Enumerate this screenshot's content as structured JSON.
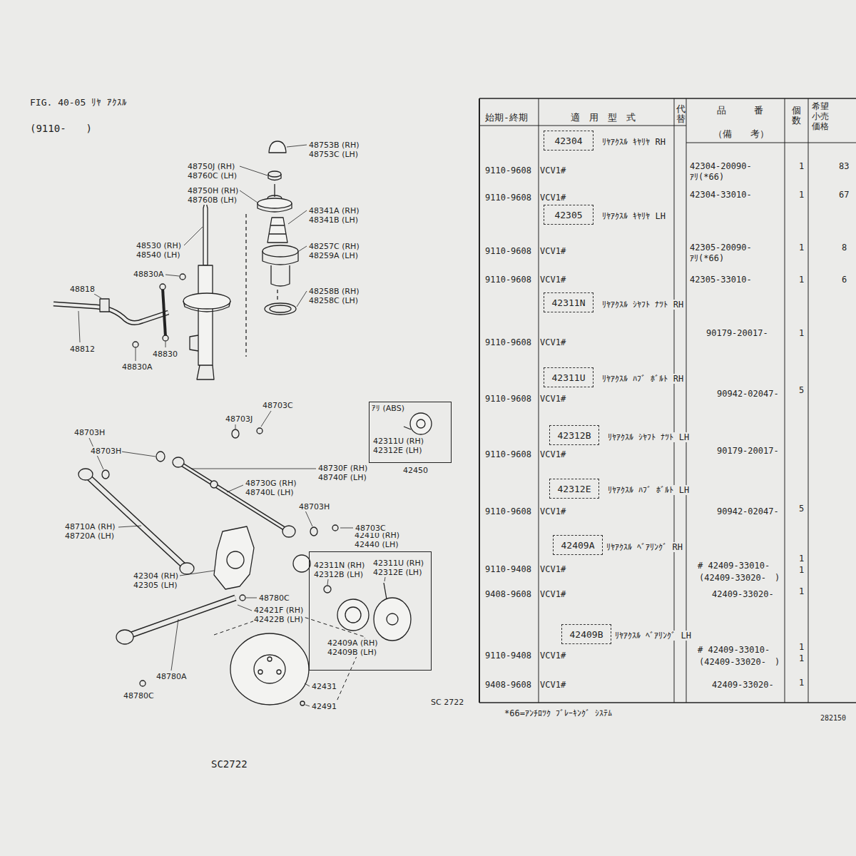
{
  "diagram": {
    "title": "FIG. 40-05 ﾘﾔ ｱｸｽﾙ",
    "nodes": [
      {
        "text": [
          "ｱﾘ (ABS)"
        ]
      },
      {
        "text": [
          "42410 (RH) 42440 (LH)"
        ]
      },
      {
        "text": [
          "42304"
        ]
      },
      {
        "text": [
          "42305"
        ]
      },
      {
        "text": [
          "42311N"
        ]
      },
      {
        "text": [
          "42311U"
        ]
      },
      {
        "text": [
          "42312B"
        ]
      },
      {
        "text": [
          "42312E"
        ]
      },
      {
        "text": [
          "42409A"
        ]
      },
      {
        "text": [
          "42409B"
        ]
      }
    ],
    "labels": [
      "(9110-　　)",
      "48753B (RH)",
      "48753C (LH)",
      "48750J (RH)",
      "48760C (LH)",
      "48750H (RH)",
      "48760B (LH)",
      "48341A (RH)",
      "48341B (LH)",
      "48530 (RH)",
      "48540 (LH)",
      "48257C (RH)",
      "48259A (LH)",
      "48830A",
      "48818",
      "48258B (RH)",
      "48258C (LH)",
      "48812",
      "48830",
      "48830A",
      "42311U (RH)",
      "42312E (LH)",
      "42450",
      "48703C",
      "48703J",
      "48703H",
      "48703H",
      "48730F (RH)",
      "48740F (LH)",
      "48730G (RH)",
      "48740L (LH)",
      "48703H",
      "48703C",
      "48710A (RH)",
      "48720A (LH)",
      "42311U (RH)",
      "42312E (LH)",
      "42311N (RH)",
      "42312B (LH)",
      "42304 (RH)",
      "42305 (LH)",
      "48780C",
      "42421F (RH)",
      "42422B (LH)",
      "42409A (RH)",
      "42409B (LH)",
      "48780A",
      "48780C",
      "42431",
      "42491",
      "SC 2722",
      "SC2722",
      "始期-終期",
      "適　用　型　式",
      "代替",
      "品　　　番",
      "（備　　考）",
      "個数",
      "希望小売価格",
      "ﾘﾔｱｸｽﾙ ｷﾔﾘﾔ RH",
      "9110-9608",
      "VCV1#",
      "42304-20090-",
      "ｱﾘ(*66)",
      "1",
      "83",
      "9110-9608",
      "VCV1#",
      "42304-33010-",
      "1",
      "67",
      "ﾘﾔｱｸｽﾙ ｷﾔﾘﾔ LH",
      "9110-9608",
      "VCV1#",
      "42305-20090-",
      "ｱﾘ(*66)",
      "1",
      "8",
      "9110-9608",
      "VCV1#",
      "42305-33010-",
      "1",
      "6",
      "ﾘﾔｱｸｽﾙ ｼﾔﾌﾄ ﾅﾂﾄ RH",
      "9110-9608",
      "VCV1#",
      "90179-20017-",
      "1",
      "ﾘﾔｱｸｽﾙ ﾊﾌﾞ ﾎﾞﾙﾄ RH",
      "9110-9608",
      "VCV1#",
      "90942-02047-",
      "5",
      "ﾘﾔｱｸｽﾙ ｼﾔﾌﾄ ﾅﾂﾄ LH",
      "9110-9608",
      "VCV1#",
      "90179-20017-",
      "ﾘﾔｱｸｽﾙ ﾊﾌﾞ ﾎﾞﾙﾄ LH",
      "9110-9608",
      "VCV1#",
      "90942-02047-",
      "5",
      "ﾘﾔｱｸｽﾙ ﾍﾞｱﾘﾝｸﾞ RH",
      "9110-9408",
      "VCV1#",
      "# 42409-33010-",
      "(42409-33020-　)",
      "1",
      "1",
      "9408-9608",
      "VCV1#",
      "42409-33020-",
      "1",
      "ﾘﾔｱｸｽﾙ ﾍﾞｱﾘﾝｸﾞ LH",
      "9110-9408",
      "VCV1#",
      "# 42409-33010-",
      "(42409-33020-　)",
      "1",
      "1",
      "9408-9608",
      "VCV1#",
      "42409-33020-",
      "1",
      "*66=ｱﾝﾁﾛﾂｸ ﾌﾞﾚｰｷﾝｸﾞ ｼｽﾃﾑ",
      "282150"
    ]
  }
}
